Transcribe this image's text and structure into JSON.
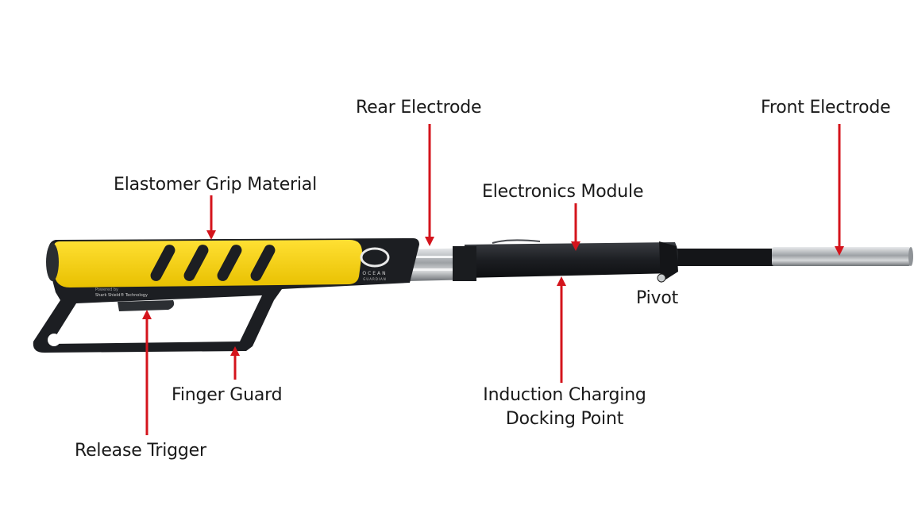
{
  "labels": {
    "rear_electrode": "Rear Electrode",
    "front_electrode": "Front Electrode",
    "elastomer_grip": "Elastomer Grip Material",
    "electronics_module": "Electronics Module",
    "pivot": "Pivot",
    "finger_guard": "Finger Guard",
    "induction_line1": "Induction Charging",
    "induction_line2": "Docking Point",
    "release_trigger": "Release Trigger"
  },
  "device": {
    "brand_top": "OCEAN",
    "brand_bottom": "GUARDIAN",
    "powered_by": "Powered by",
    "technology": "Shark Shield® Technology"
  },
  "colors": {
    "grip": "#f5cf10",
    "body": "#1c1e22",
    "steel": "#b9bcbf",
    "arrow": "#d4141c"
  }
}
